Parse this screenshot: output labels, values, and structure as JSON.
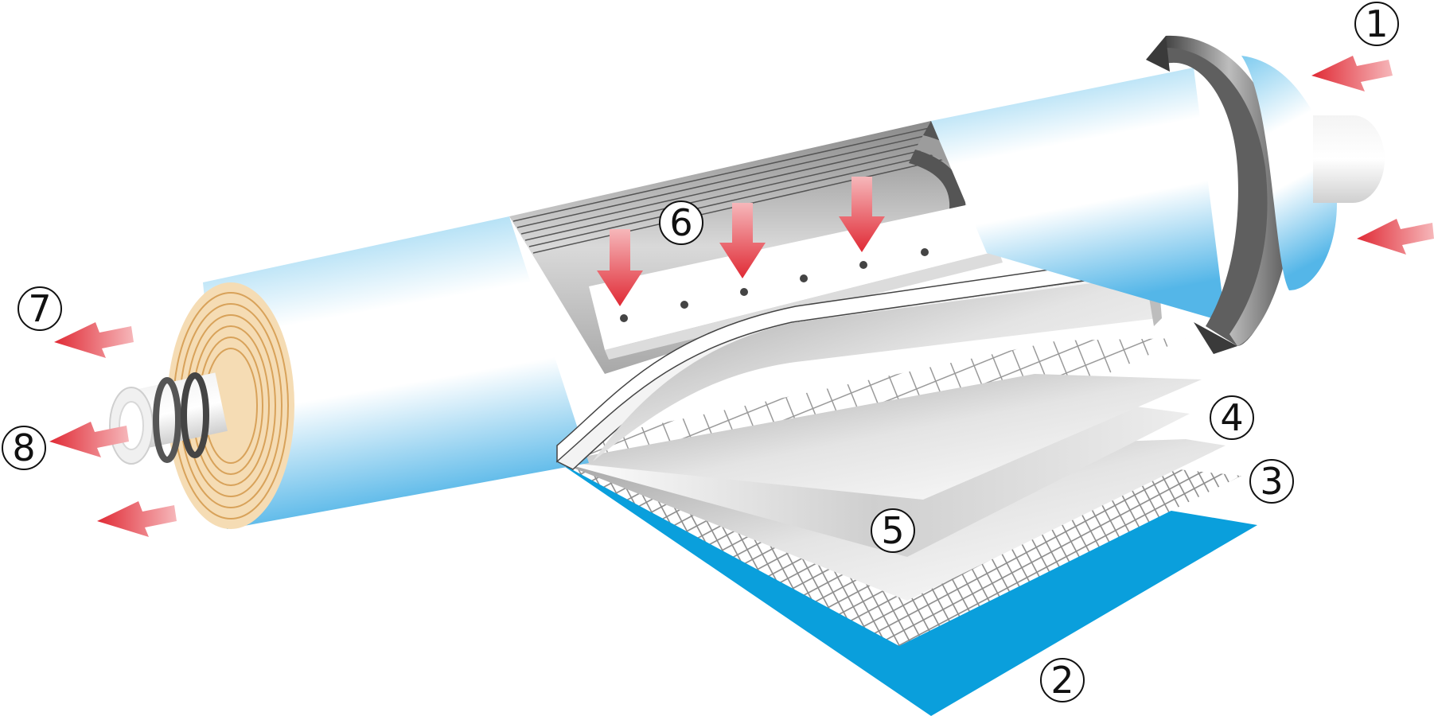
{
  "diagram": {
    "callouts": [
      {
        "id": "callout-1",
        "text": "1"
      },
      {
        "id": "callout-2",
        "text": "2"
      },
      {
        "id": "callout-3",
        "text": "3"
      },
      {
        "id": "callout-4",
        "text": "4"
      },
      {
        "id": "callout-5",
        "text": "5"
      },
      {
        "id": "callout-6",
        "text": "6"
      },
      {
        "id": "callout-7",
        "text": "7"
      },
      {
        "id": "callout-8",
        "text": "8"
      }
    ],
    "colors": {
      "membrane_blue": "#0aa1dd",
      "tube_blue": "#8fd0f0",
      "tube_white": "#ffffff",
      "flow_arrow_red": "#e8323c",
      "core_tan": "#f5dcb4",
      "ring_line": "#d8a25a",
      "cap_dark": "#666666",
      "mesh_gray": "#8a8a8a"
    },
    "icons": [
      "flow-arrow-icon",
      "permeate-arrow-icon"
    ]
  }
}
